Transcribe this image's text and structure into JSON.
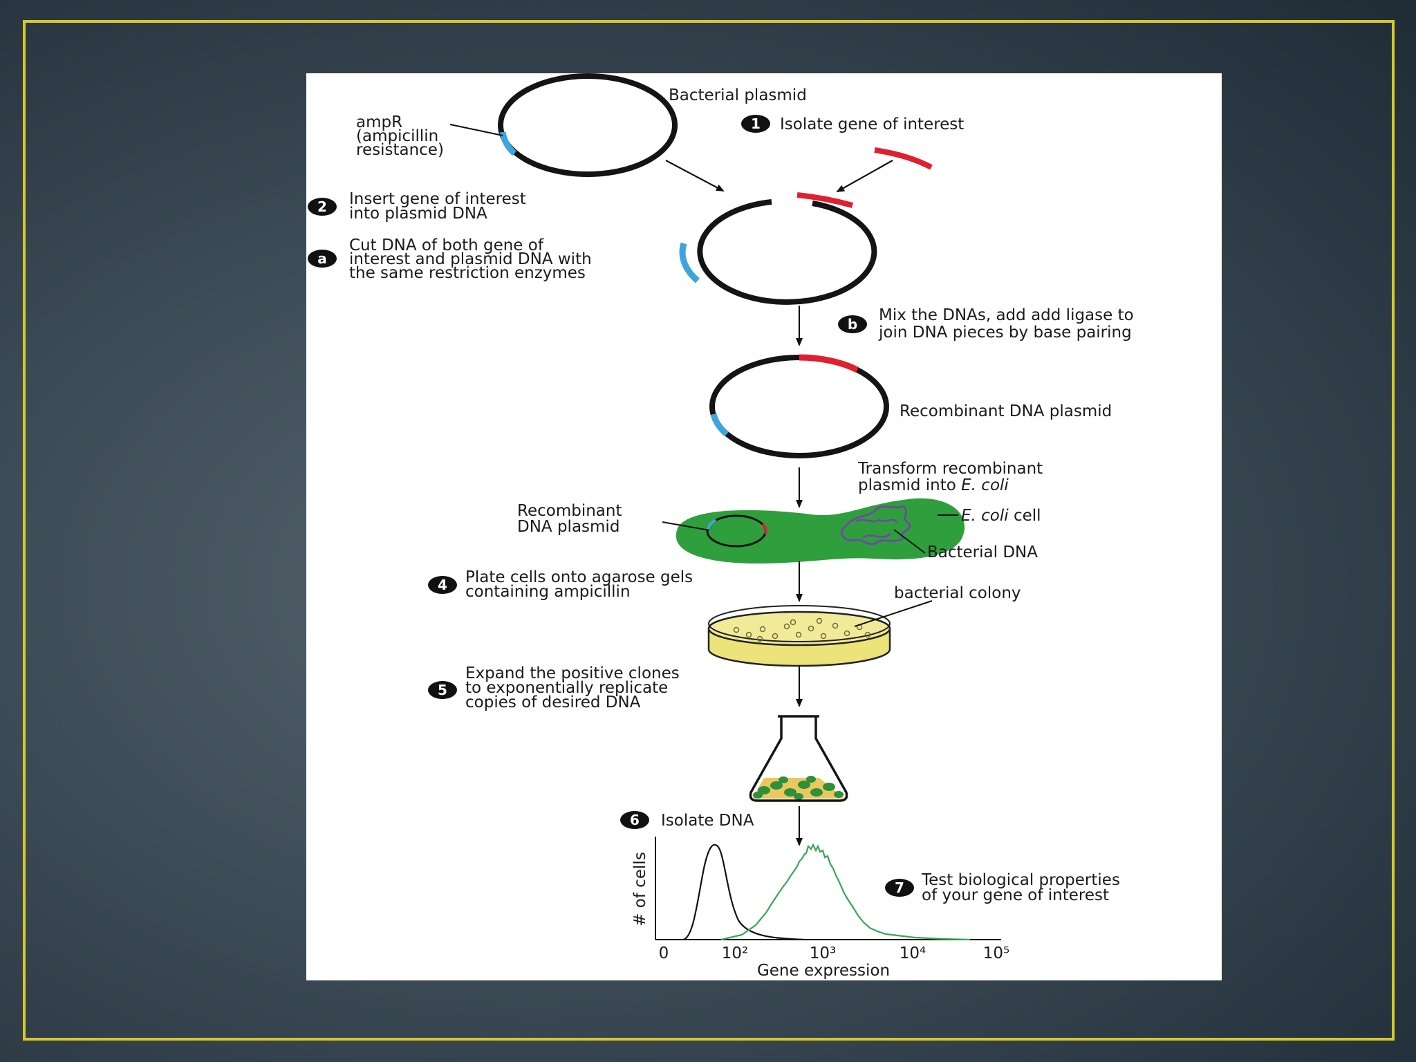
{
  "labels": {
    "bacterial_plasmid": "Bacterial plasmid",
    "ampr": [
      "ampR",
      "(ampicillin",
      "resistance)"
    ],
    "step1": "Isolate gene of interest",
    "step2": [
      "Insert gene of interest",
      "into plasmid DNA"
    ],
    "stepa": [
      "Cut DNA of both gene of",
      "interest and plasmid DNA with",
      "the same restriction enzymes"
    ],
    "stepb": [
      "Mix the DNAs, add add ligase to",
      "join DNA pieces by base pairing"
    ],
    "recombinant_plasmid": "Recombinant DNA plasmid",
    "transform": [
      "Transform recombinant",
      "plasmid into "
    ],
    "transform_italic": "E. coli",
    "recombinant_small": [
      "Recombinant",
      "DNA plasmid"
    ],
    "ecoli_italic": "E. coli",
    "ecoli_rest": " cell",
    "bacterial_dna": "Bacterial DNA",
    "step4": [
      "Plate cells onto agarose gels",
      "containing ampicillin"
    ],
    "bacterial_colony": "bacterial colony",
    "step5": [
      "Expand the positive clones",
      "to exponentially replicate",
      "copies of desired DNA"
    ],
    "step6": "Isolate DNA",
    "step7": [
      "Test biological properties",
      "of your gene of interest"
    ]
  },
  "badges": {
    "b1": "1",
    "b2": "2",
    "ba": "a",
    "bb": "b",
    "b4": "4",
    "b5": "5",
    "b6": "6",
    "b7": "7"
  },
  "histogram": {
    "ylabel": "# of cells",
    "xlabel": "Gene expression",
    "ticks": [
      "0",
      "10²",
      "10³",
      "10⁴",
      "10⁵"
    ]
  },
  "colors": {
    "gene_red": "#e0202f",
    "ampr_blue": "#3ea4dd",
    "cell_green": "#2f9e3c",
    "agar_yellow": "#ece37a",
    "histogram_green": "#34a853",
    "frame_gold": "#d6c72a"
  }
}
